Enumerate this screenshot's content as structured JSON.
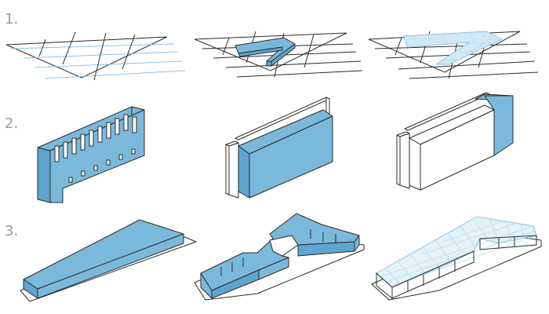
{
  "rows": [
    {
      "label": "1."
    },
    {
      "label": "2."
    },
    {
      "label": "3."
    }
  ],
  "colors": {
    "accent": "#7ab9dc",
    "line": "#2b2b2b",
    "label": "#9d9d9d"
  }
}
